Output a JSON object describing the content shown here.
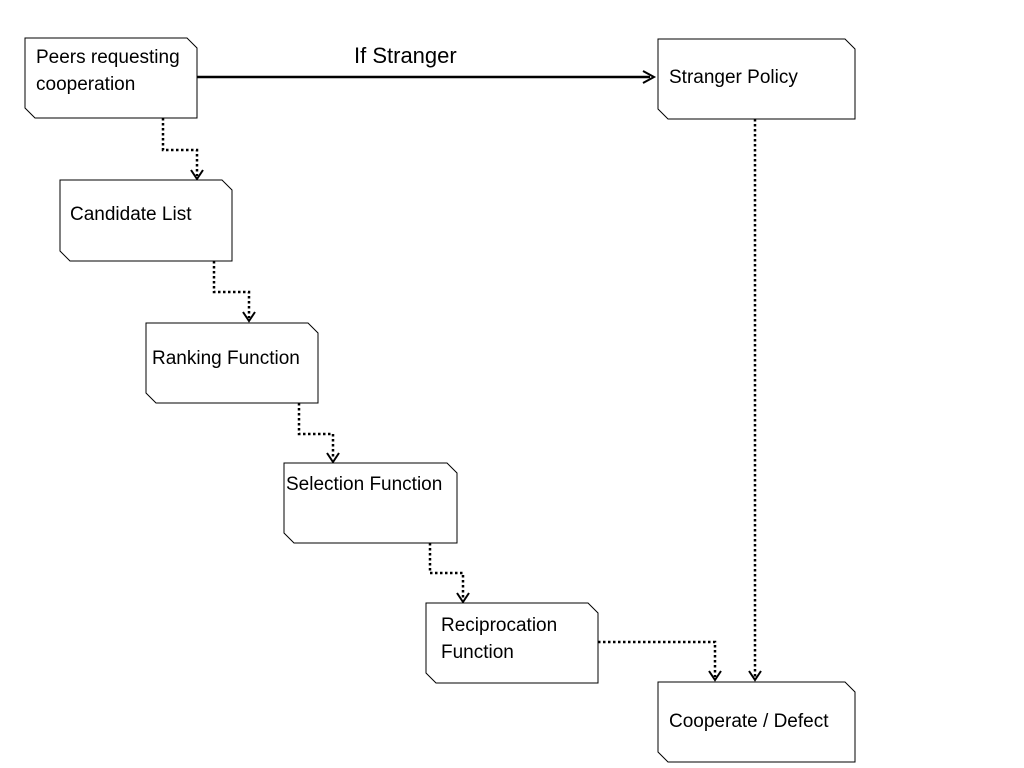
{
  "nodes": {
    "peers": {
      "line1": "Peers requesting",
      "line2": "cooperation"
    },
    "candidate": {
      "line1": "Candidate List"
    },
    "ranking": {
      "line1": "Ranking Function"
    },
    "selection": {
      "line1": "Selection Function"
    },
    "reciprocation": {
      "line1": "Reciprocation",
      "line2": "Function"
    },
    "stranger": {
      "line1": "Stranger Policy"
    },
    "cooperate": {
      "line1": "Cooperate / Defect"
    }
  },
  "edges": {
    "stranger_label": "If Stranger"
  }
}
